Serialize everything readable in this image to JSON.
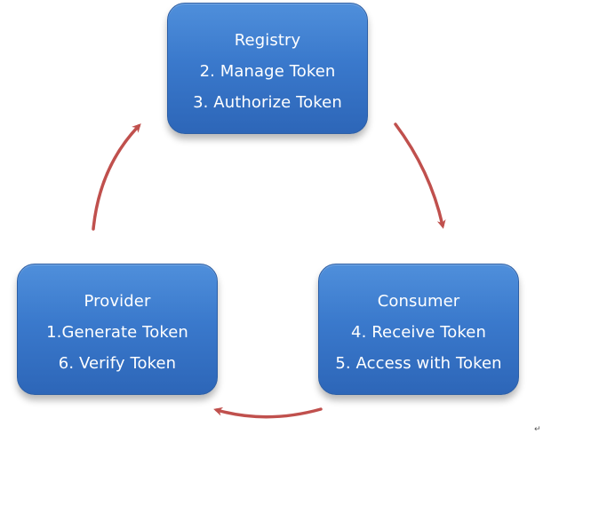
{
  "nodes": {
    "registry": {
      "title": "Registry",
      "step_a": "2. Manage Token",
      "step_b": "3. Authorize Token"
    },
    "provider": {
      "title": "Provider",
      "step_a": "1.Generate Token",
      "step_b": "6. Verify Token"
    },
    "consumer": {
      "title": "Consumer",
      "step_a": "4. Receive Token",
      "step_b": "5. Access with Token"
    }
  },
  "colors": {
    "node_fill": "#3a79cc",
    "arrow": "#c0504d",
    "text": "#ffffff"
  },
  "return_glyph": "↵"
}
